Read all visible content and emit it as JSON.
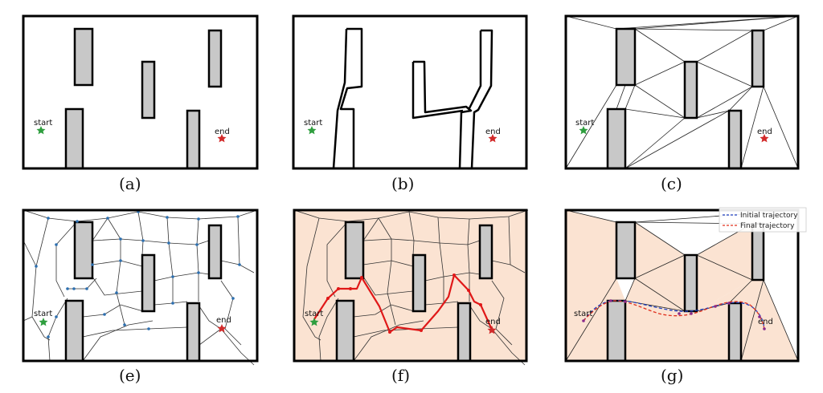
{
  "panels": [
    {
      "id": "a",
      "caption": "(a)"
    },
    {
      "id": "b",
      "caption": "(b)"
    },
    {
      "id": "c",
      "caption": "(c)"
    },
    {
      "id": "e",
      "caption": "(e)"
    },
    {
      "id": "f",
      "caption": "(f)"
    },
    {
      "id": "g",
      "caption": "(g)"
    }
  ],
  "labels": {
    "start": "start",
    "end": "end"
  },
  "legend": {
    "initial": "Initial trajectory",
    "final": "Final trajectory"
  },
  "colors": {
    "obstacle": "#c8c8c8",
    "free_region": "#fbe3d2",
    "start_marker": "#2e9e3e",
    "end_marker": "#d22a2a",
    "path": "#e01818",
    "graph_node": "#2c6fb0",
    "initial_trajectory": "#1f3fbf",
    "final_trajectory": "#e0301e"
  }
}
